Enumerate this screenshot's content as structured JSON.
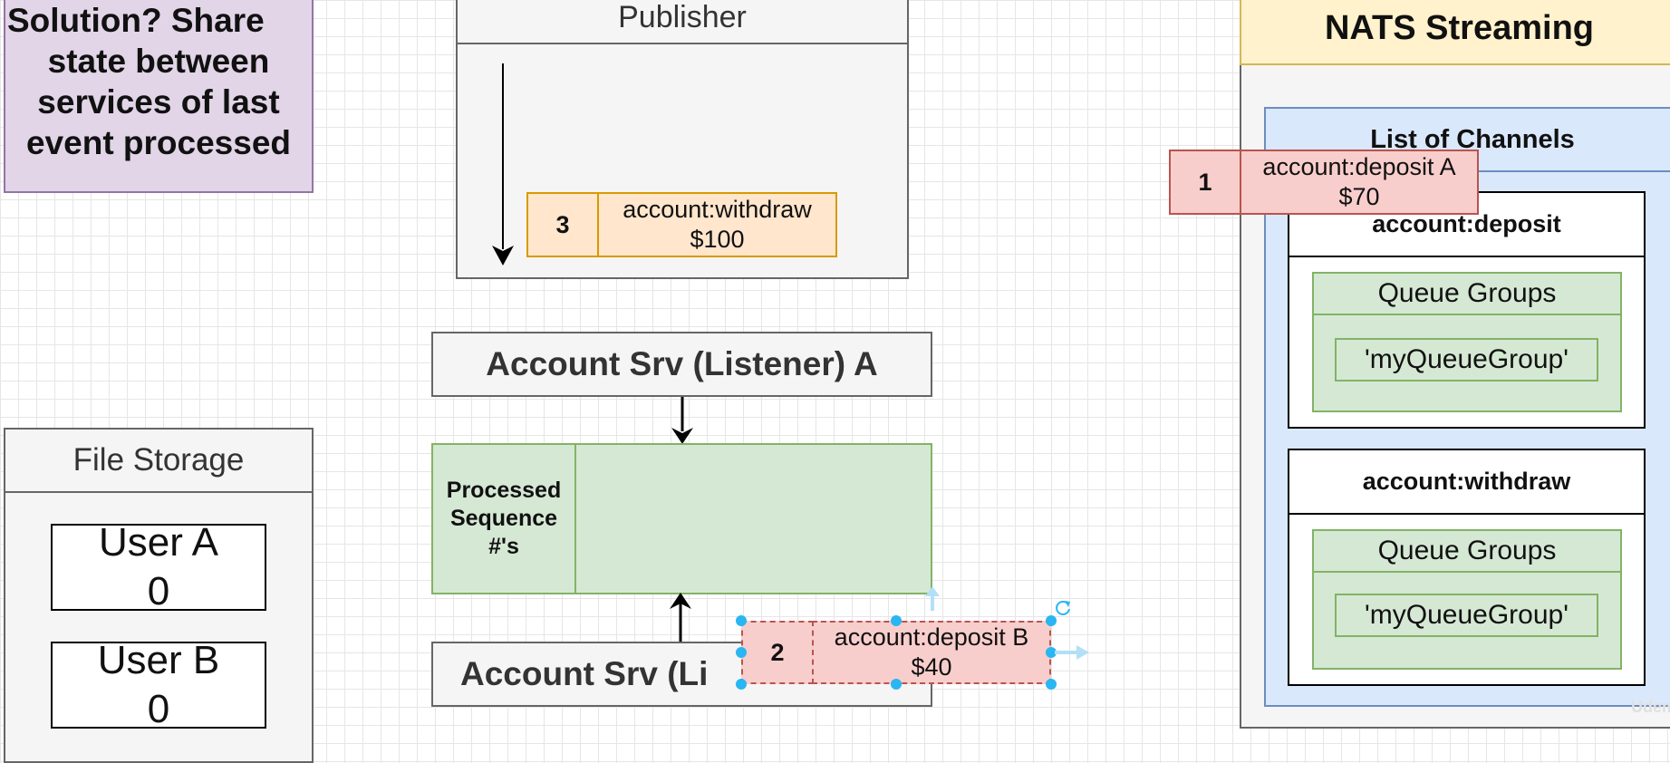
{
  "solution": {
    "lines": [
      "Solution?  Share",
      "state between",
      "services of last",
      "event processed"
    ]
  },
  "publisher": {
    "title": "Publisher",
    "event": {
      "number": "3",
      "line1": "account:withdraw",
      "line2": "$100"
    }
  },
  "listener_a": {
    "title": "Account Srv (Listener) A"
  },
  "processed": {
    "label_lines": [
      "Processed",
      "Sequence",
      "#'s"
    ]
  },
  "listener_b": {
    "title": "Account Srv (Li"
  },
  "event_b": {
    "number": "2",
    "line1": "account:deposit B",
    "line2": "$40"
  },
  "file_storage": {
    "title": "File Storage",
    "users": [
      {
        "name": "User A",
        "value": "0"
      },
      {
        "name": "User B",
        "value": "0"
      }
    ]
  },
  "nats": {
    "title": "NATS Streaming",
    "channels_title": "List of Channels",
    "event_a": {
      "number": "1",
      "line1": "account:deposit A",
      "line2": "$70"
    },
    "channels": [
      {
        "name": "account:deposit",
        "queue_groups_label": "Queue Groups",
        "group": "'myQueueGroup'"
      },
      {
        "name": "account:withdraw",
        "queue_groups_label": "Queue Groups",
        "group": "'myQueueGroup'"
      }
    ]
  },
  "watermark": "Udem"
}
